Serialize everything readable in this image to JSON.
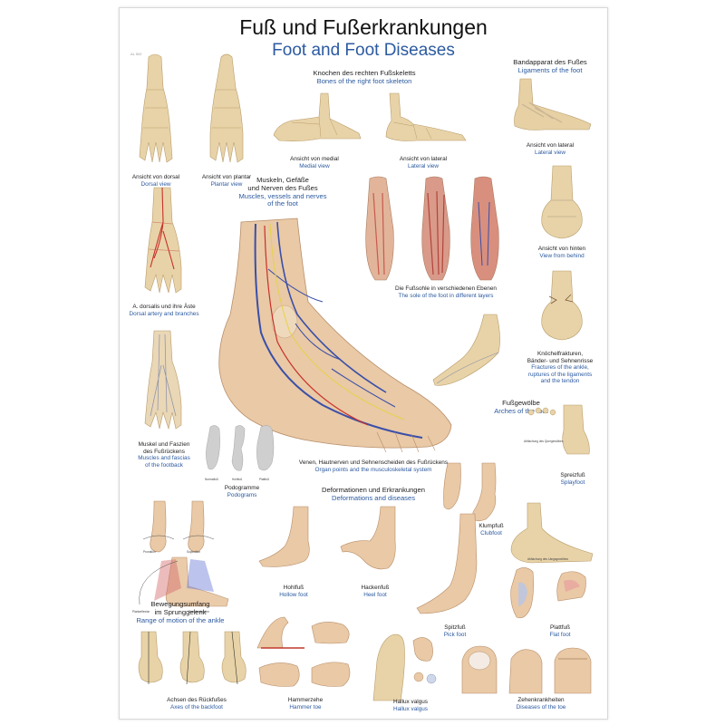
{
  "title": {
    "de": "Fuß und Fußerkrankungen",
    "en": "Foot and Foot Diseases",
    "code": "AL 502"
  },
  "colors": {
    "caption_en": "#2c5aa0",
    "bone": "#e8d3a8",
    "skin": "#e9c9a6",
    "muscle": "#c85a4e",
    "vein": "#3a4fa8",
    "artery": "#c8302a",
    "nerve": "#e6d24a"
  },
  "captions": {
    "dorsal_view": {
      "de": "Ansicht von dorsal",
      "en": "Dorsal view"
    },
    "plantar_view": {
      "de": "Ansicht von plantar",
      "en": "Plantar view"
    },
    "bones": {
      "de": "Knochen des rechten Fußskeletts",
      "en": "Bones of the right foot skeleton"
    },
    "medial_view": {
      "de": "Ansicht von medial",
      "en": "Medial view"
    },
    "lateral_view": {
      "de": "Ansicht von lateral",
      "en": "Lateral view"
    },
    "ligaments": {
      "de": "Bandapparat des Fußes",
      "en": "Ligaments of the foot"
    },
    "lateral_view2": {
      "de": "Ansicht von lateral",
      "en": "Lateral view"
    },
    "muscles_vessels": {
      "de1": "Muskeln, Gefäße",
      "de2": "und Nerven des Fußes",
      "en1": "Muscles, vessels and nerves",
      "en2": "of the foot"
    },
    "sole_layers": {
      "de": "Die Fußsohle in verschiedenen Ebenen",
      "en": "The sole of the foot in different layers"
    },
    "view_behind": {
      "de": "Ansicht von hinten",
      "en": "View from behind"
    },
    "dorsal_artery": {
      "de": "A. dorsalis und ihre Äste",
      "en": "Dorsal artery and branches"
    },
    "fractures": {
      "de1": "Knöchelfrakturen,",
      "de2": "Bänder- und Sehnenrisse",
      "en1": "Fractures of the ankle,",
      "en2": "ruptures of the ligaments",
      "en3": "and the tendon"
    },
    "arches": {
      "de": "Fußgewölbe",
      "en": "Arches of the foot"
    },
    "footback": {
      "de1": "Muskel und Faszien",
      "de2": "des Fußrückens",
      "en1": "Muscles and fascias",
      "en2": "of the footback"
    },
    "organ_points": {
      "de": "Venen, Hautnerven und Sehnenscheiden des Fußrückens",
      "en": "Organ points and the musculoskeletal system"
    },
    "podograms": {
      "de": "Podogramme",
      "en": "Podograms"
    },
    "deformations": {
      "de": "Deformationen und Erkrankungen",
      "en": "Deformations and diseases"
    },
    "clubfoot": {
      "de": "Klumpfuß",
      "en": "Clubfoot"
    },
    "splayfoot": {
      "de": "Spreizfuß",
      "en": "Splayfoot"
    },
    "hollow_foot": {
      "de": "Hohlfuß",
      "en": "Hollow foot"
    },
    "heel_foot": {
      "de": "Hackenfuß",
      "en": "Heel foot"
    },
    "range_motion": {
      "de1": "Bewegungsumfang",
      "de2": "im Sprunggelenk",
      "en": "Range of motion of the ankle"
    },
    "pick_foot": {
      "de": "Spitzfuß",
      "en": "Pick foot"
    },
    "flat_foot": {
      "de": "Plattfuß",
      "en": "Flat foot"
    },
    "backfoot_axes": {
      "de": "Achsen des Rückfußes",
      "en": "Axes of the backfoot"
    },
    "hammer_toe": {
      "de": "Hammerzehe",
      "en": "Hammer toe"
    },
    "hallux_valgus": {
      "de": "Hallux valgus",
      "en": "Hallux valgus"
    },
    "toe_diseases": {
      "de": "Zehenkrankheiten",
      "en": "Diseases of the toe"
    }
  },
  "small_labels": {
    "podo_a": "Normalfuß",
    "podo_b": "Hohlfuß",
    "podo_c": "Plattfuß",
    "pronation": "Pronation",
    "supination": "Supination",
    "splay_tag": "Abflachung des Quergewölbes",
    "flat_tag": "Abflachung des Längsgewölbes",
    "flexion": "Plantarflexion",
    "extension": "Dorsalextension"
  }
}
